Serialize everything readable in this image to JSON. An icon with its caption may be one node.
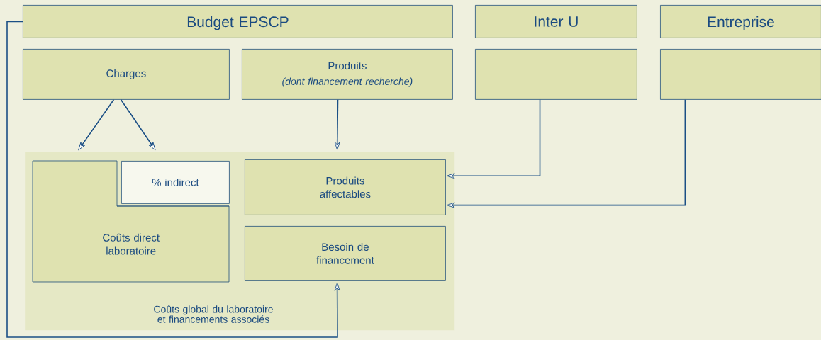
{
  "diagram": {
    "nodes": [
      {
        "text": [
          "Budget EPSCP"
        ]
      },
      {
        "text": [
          "Inter U"
        ]
      },
      {
        "text": [
          "Entreprise"
        ]
      },
      {
        "text": [
          "Charges"
        ]
      },
      {
        "text": [
          "Produits",
          "(dont financement recherche)"
        ]
      },
      {
        "text": [],
        "shape": "box"
      },
      {
        "text": [],
        "shape": "box"
      },
      {
        "text": [
          "Coûts global du laboratoire et financements associés"
        ]
      },
      {
        "text": [
          "Coûts direct laboratoire"
        ],
        "in": 7
      },
      {
        "text": [
          "% indirect"
        ],
        "in": 7
      },
      {
        "text": [
          "Produits affectables"
        ],
        "in": 7
      },
      {
        "text": [
          "Besoin de financement"
        ],
        "in": 7
      }
    ],
    "edges": [
      {
        "from": 3,
        "to": 8,
        "arrow": "to"
      },
      {
        "from": 3,
        "to": 9,
        "arrow": "to"
      },
      {
        "from": 4,
        "to": 10,
        "arrow": "to"
      },
      {
        "from": 5,
        "to": 10,
        "arrow": "to"
      },
      {
        "from": 6,
        "to": 10,
        "arrow": "to"
      },
      {
        "from": 0,
        "to": 11,
        "arrow": "to"
      }
    ]
  }
}
